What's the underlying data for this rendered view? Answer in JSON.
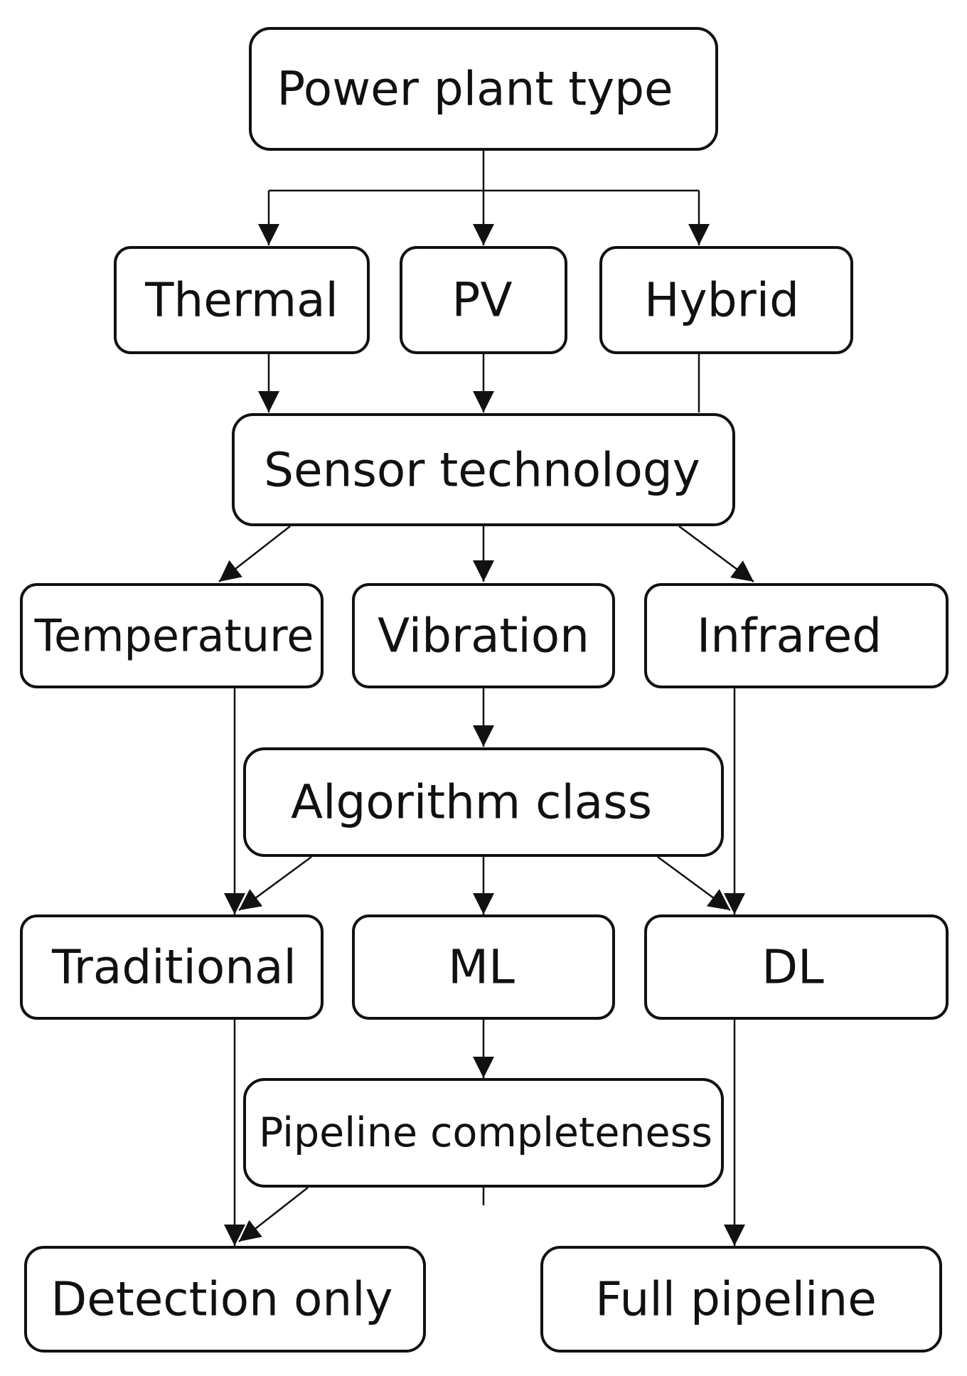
{
  "nodes": {
    "power_plant_type": "Power plant type",
    "thermal": "Thermal",
    "pv": "PV",
    "hybrid": "Hybrid",
    "sensor_technology": "Sensor technology",
    "temperature": "Temperature",
    "vibration": "Vibration",
    "infrared": "Infrared",
    "algorithm_class": "Algorithm class",
    "traditional": "Traditional",
    "ml": "ML",
    "dl": "DL",
    "pipeline_completeness": "Pipeline completeness",
    "detection_only": "Detection only",
    "full_pipeline": "Full pipeline"
  }
}
